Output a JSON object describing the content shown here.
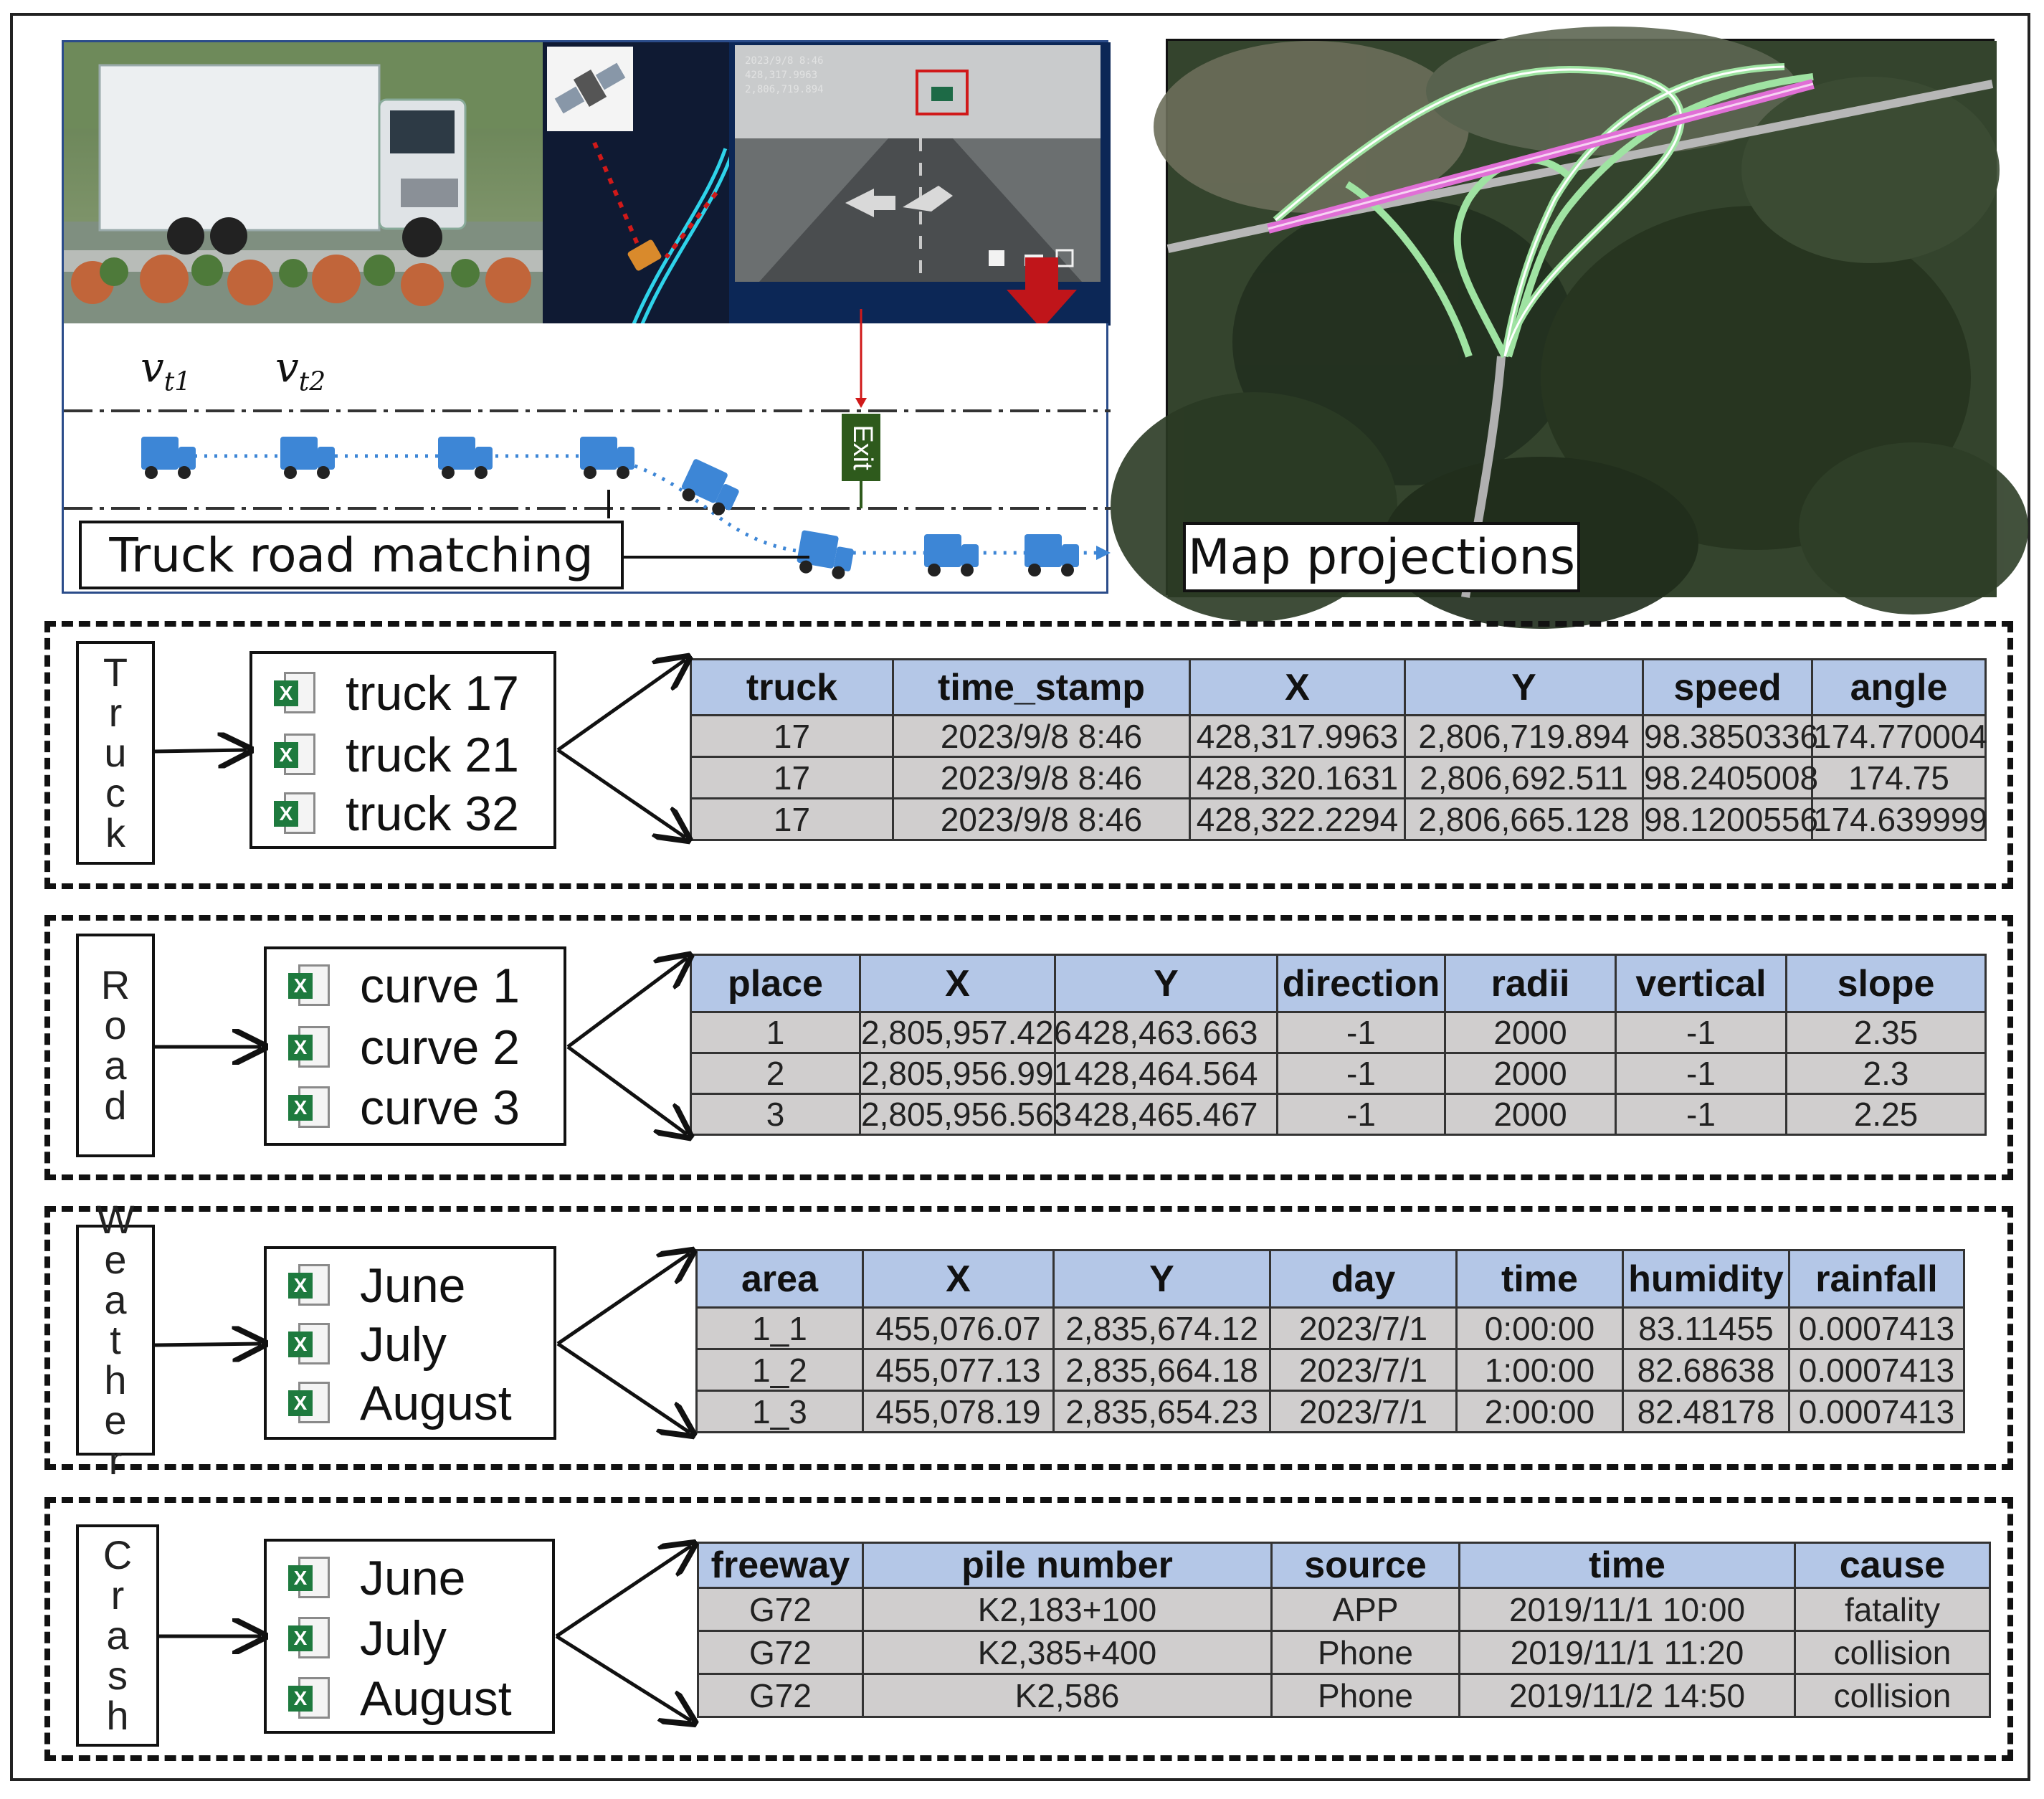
{
  "top": {
    "truck_matching_label": "Truck road matching",
    "map_label": "Map projections",
    "exit_sign": "Exit",
    "v_labels": [
      "v",
      "v"
    ],
    "v_subs": [
      "t1",
      "t2"
    ],
    "dash_overlay": [
      "2023/9/8 8:46",
      "428,317.9963",
      "2,806,719.894"
    ]
  },
  "sections": [
    {
      "category": "Truck",
      "files": [
        "truck 17",
        "truck 21",
        "truck 32"
      ],
      "table": {
        "headers": [
          "truck",
          "time_stamp",
          "X",
          "Y",
          "speed",
          "angle"
        ],
        "rows": [
          [
            "17",
            "2023/9/8  8:46",
            "428,317.9963",
            "2,806,719.894",
            "98.3850336",
            "174.770004"
          ],
          [
            "17",
            "2023/9/8  8:46",
            "428,320.1631",
            "2,806,692.511",
            "98.2405008",
            "174.75"
          ],
          [
            "17",
            "2023/9/8  8:46",
            "428,322.2294",
            "2,806,665.128",
            "98.1200556",
            "174.639999"
          ]
        ]
      }
    },
    {
      "category": "Road",
      "files": [
        "curve 1",
        "curve 2",
        "curve 3"
      ],
      "table": {
        "headers": [
          "place",
          "X",
          "Y",
          "direction",
          "radii",
          "vertical",
          "slope"
        ],
        "rows": [
          [
            "1",
            "2,805,957.426",
            "428,463.663",
            "-1",
            "2000",
            "-1",
            "2.35"
          ],
          [
            "2",
            "2,805,956.991",
            "428,464.564",
            "-1",
            "2000",
            "-1",
            "2.3"
          ],
          [
            "3",
            "2,805,956.563",
            "428,465.467",
            "-1",
            "2000",
            "-1",
            "2.25"
          ]
        ]
      }
    },
    {
      "category": "Weather",
      "files": [
        "June",
        "July",
        "August"
      ],
      "table": {
        "headers": [
          "area",
          "X",
          "Y",
          "day",
          "time",
          "humidity",
          "rainfall"
        ],
        "rows": [
          [
            "1_1",
            "455,076.07",
            "2,835,674.12",
            "2023/7/1",
            "0:00:00",
            "83.11455",
            "0.0007413"
          ],
          [
            "1_2",
            "455,077.13",
            "2,835,664.18",
            "2023/7/1",
            "1:00:00",
            "82.68638",
            "0.0007413"
          ],
          [
            "1_3",
            "455,078.19",
            "2,835,654.23",
            "2023/7/1",
            "2:00:00",
            "82.48178",
            "0.0007413"
          ]
        ]
      }
    },
    {
      "category": "Crash",
      "files": [
        "June",
        "July",
        "August"
      ],
      "table": {
        "headers": [
          "freeway",
          "pile number",
          "source",
          "time",
          "cause"
        ],
        "rows": [
          [
            "G72",
            "K2,183+100",
            "APP",
            "2019/11/1 10:00",
            "fatality"
          ],
          [
            "G72",
            "K2,385+400",
            "Phone",
            "2019/11/1 11:20",
            "collision"
          ],
          [
            "G72",
            "K2,586",
            "Phone",
            "2019/11/2 14:50",
            "collision"
          ]
        ]
      }
    }
  ],
  "colors": {
    "table_header": "#b4c7e7",
    "table_cell": "#d0cece",
    "truck_blue": "#3d86d6",
    "ramp_green": "#9fe3a2",
    "mainline_magenta": "#e06fd6",
    "excel_green": "#1e7a3e",
    "down_arrow_red": "#c0151a"
  }
}
